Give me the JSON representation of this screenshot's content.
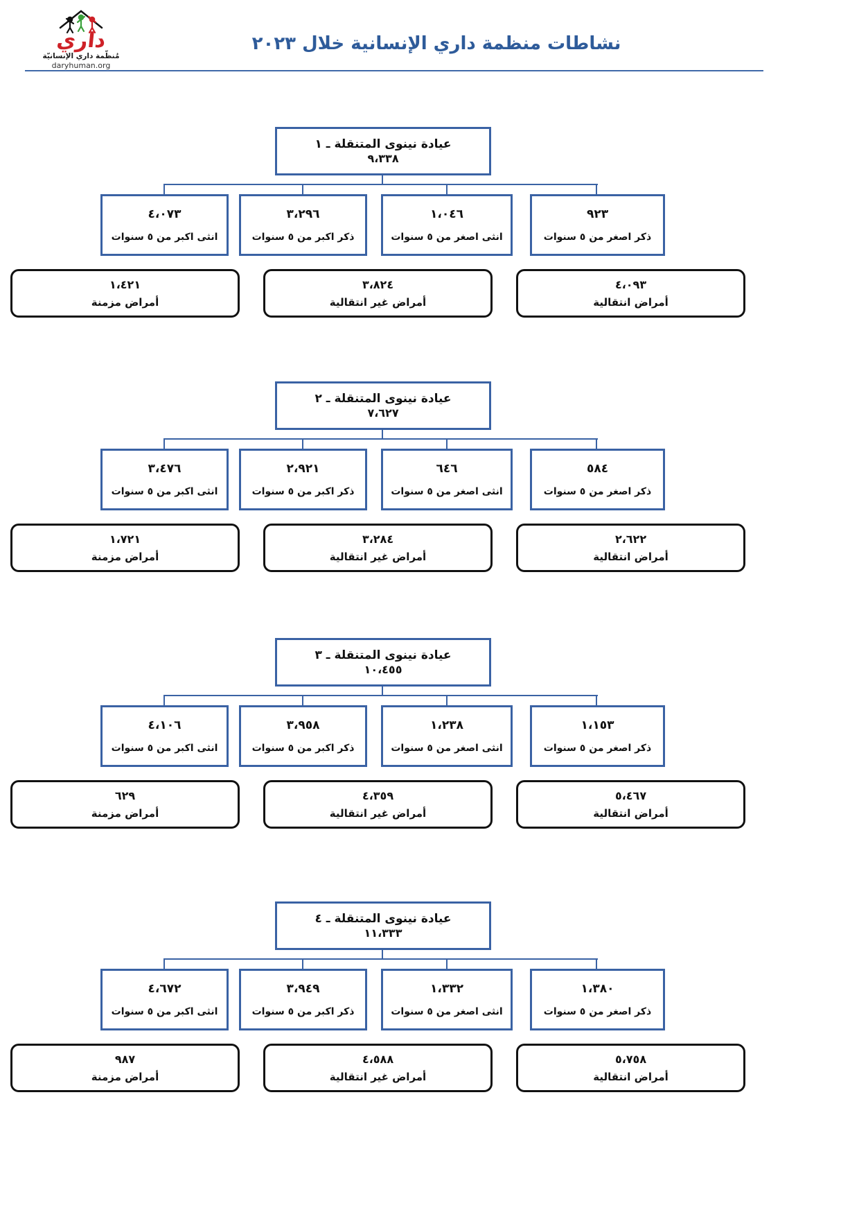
{
  "header": {
    "title": "نشاطات منظمة داري الإنسانية خلال ٢٠٢٣"
  },
  "logo": {
    "brand": "داري",
    "org_name": "مُنظّمة داري الإنسانيّة",
    "website": "daryhuman.org"
  },
  "colors": {
    "accent_blue": "#3A62A4",
    "title_blue": "#2E5B9A",
    "logo_red": "#CE2127",
    "disease_box_border": "#111111"
  },
  "clinics": [
    {
      "name": "عيادة نينوى المتنقلة ـ ١",
      "total": "٩،٣٣٨",
      "groups": [
        {
          "value": "٤،٠٧٣",
          "label": "انثى اكبر من ٥ سنوات"
        },
        {
          "value": "٣،٢٩٦",
          "label": "ذكر اكبر من ٥ سنوات"
        },
        {
          "value": "١،٠٤٦",
          "label": "انثى اصغر من ٥ سنوات"
        },
        {
          "value": "٩٢٣",
          "label": "ذكر اصغر من ٥ سنوات"
        }
      ],
      "diseases": [
        {
          "value": "١،٤٢١",
          "label": "أمراض مزمنة"
        },
        {
          "value": "٣،٨٢٤",
          "label": "أمراض غير انتقالية"
        },
        {
          "value": "٤،٠٩٣",
          "label": "أمراض انتقالية"
        }
      ]
    },
    {
      "name": "عيادة نينوى المتنقلة ـ ٢",
      "total": "٧،٦٢٧",
      "groups": [
        {
          "value": "٣،٤٧٦",
          "label": "انثى اكبر من ٥ سنوات"
        },
        {
          "value": "٢،٩٢١",
          "label": "ذكر اكبر من ٥ سنوات"
        },
        {
          "value": "٦٤٦",
          "label": "انثى اصغر من ٥ سنوات"
        },
        {
          "value": "٥٨٤",
          "label": "ذكر اصغر من ٥ سنوات"
        }
      ],
      "diseases": [
        {
          "value": "١،٧٢١",
          "label": "أمراض مزمنة"
        },
        {
          "value": "٣،٢٨٤",
          "label": "أمراض غير انتقالية"
        },
        {
          "value": "٢،٦٢٢",
          "label": "أمراض انتقالية"
        }
      ]
    },
    {
      "name": "عيادة نينوى المتنقلة ـ ٣",
      "total": "١٠،٤٥٥",
      "groups": [
        {
          "value": "٤،١٠٦",
          "label": "انثى اكبر من ٥ سنوات"
        },
        {
          "value": "٣،٩٥٨",
          "label": "ذكر اكبر من ٥ سنوات"
        },
        {
          "value": "١،٢٣٨",
          "label": "انثى اصغر من ٥ سنوات"
        },
        {
          "value": "١،١٥٣",
          "label": "ذكر اصغر من ٥ سنوات"
        }
      ],
      "diseases": [
        {
          "value": "٦٢٩",
          "label": "أمراض مزمنة"
        },
        {
          "value": "٤،٣٥٩",
          "label": "أمراض غير انتقالية"
        },
        {
          "value": "٥،٤٦٧",
          "label": "أمراض انتقالية"
        }
      ]
    },
    {
      "name": "عيادة نينوى المتنقلة ـ ٤",
      "total": "١١،٣٣٣",
      "groups": [
        {
          "value": "٤،٦٧٢",
          "label": "انثى اكبر من ٥ سنوات"
        },
        {
          "value": "٣،٩٤٩",
          "label": "ذكر اكبر من ٥ سنوات"
        },
        {
          "value": "١،٣٣٢",
          "label": "انثى اصغر من ٥ سنوات"
        },
        {
          "value": "١،٣٨٠",
          "label": "ذكر اصغر من ٥ سنوات"
        }
      ],
      "diseases": [
        {
          "value": "٩٨٧",
          "label": "أمراض مزمنة"
        },
        {
          "value": "٤،٥٨٨",
          "label": "أمراض غير انتقالية"
        },
        {
          "value": "٥،٧٥٨",
          "label": "أمراض انتقالية"
        }
      ]
    }
  ]
}
